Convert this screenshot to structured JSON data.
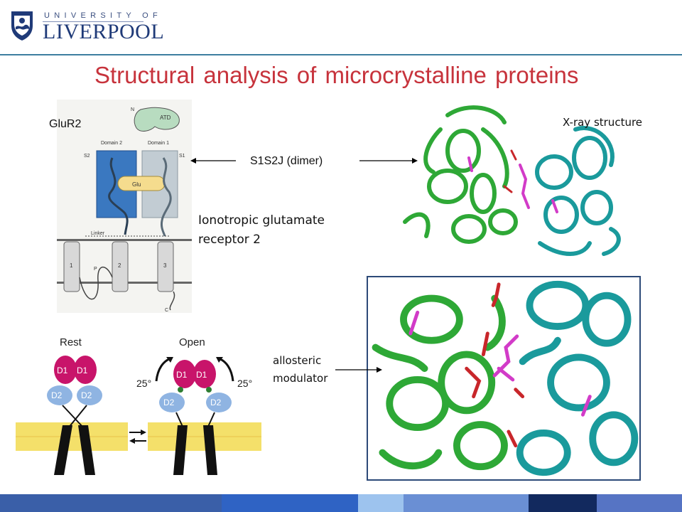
{
  "header": {
    "university_small": "UNIVERSITY OF",
    "university_big": "LIVERPOOL",
    "title": "Structural analysis  of microcrystalline  proteins"
  },
  "labels": {
    "glur2": "GluR2",
    "xray_structure": "X-ray structure",
    "s1s2j": "S1S2J (dimer)",
    "receptor": "Ionotropic glutamate receptor 2",
    "allosteric": "allosteric modulator"
  },
  "receptor_diagram": {
    "n_terminus": "N",
    "atd": "ATD",
    "domain2": "Domain 2",
    "domain1": "Domain 1",
    "s2": "S2",
    "s1": "S1",
    "glu": "Glu",
    "linker": "Linker",
    "helix1": "1",
    "pore": "P",
    "helix2": "2",
    "helix3": "3",
    "c_terminus": "C"
  },
  "rest_open_diagram": {
    "rest": "Rest",
    "open": "Open",
    "d1": "D1",
    "d2": "D2",
    "angle_left": "25°",
    "angle_right": "25°"
  },
  "colors": {
    "title_red": "#c7333c",
    "brand_navy": "#1f3a78",
    "protein_green": "#2ea836",
    "protein_teal": "#1a9a9c",
    "ligand_magenta": "#d23bc8",
    "residue_red": "#c8262a",
    "domain1_magenta": "#c8146a",
    "domain2_blue": "#8fb4e2"
  },
  "bottom_bar_colors": [
    "#3a5fa8",
    "#3a5fa8",
    "#2f63c4",
    "#9dc3ee",
    "#6a8fd4",
    "#12295e",
    "#5674c4"
  ]
}
